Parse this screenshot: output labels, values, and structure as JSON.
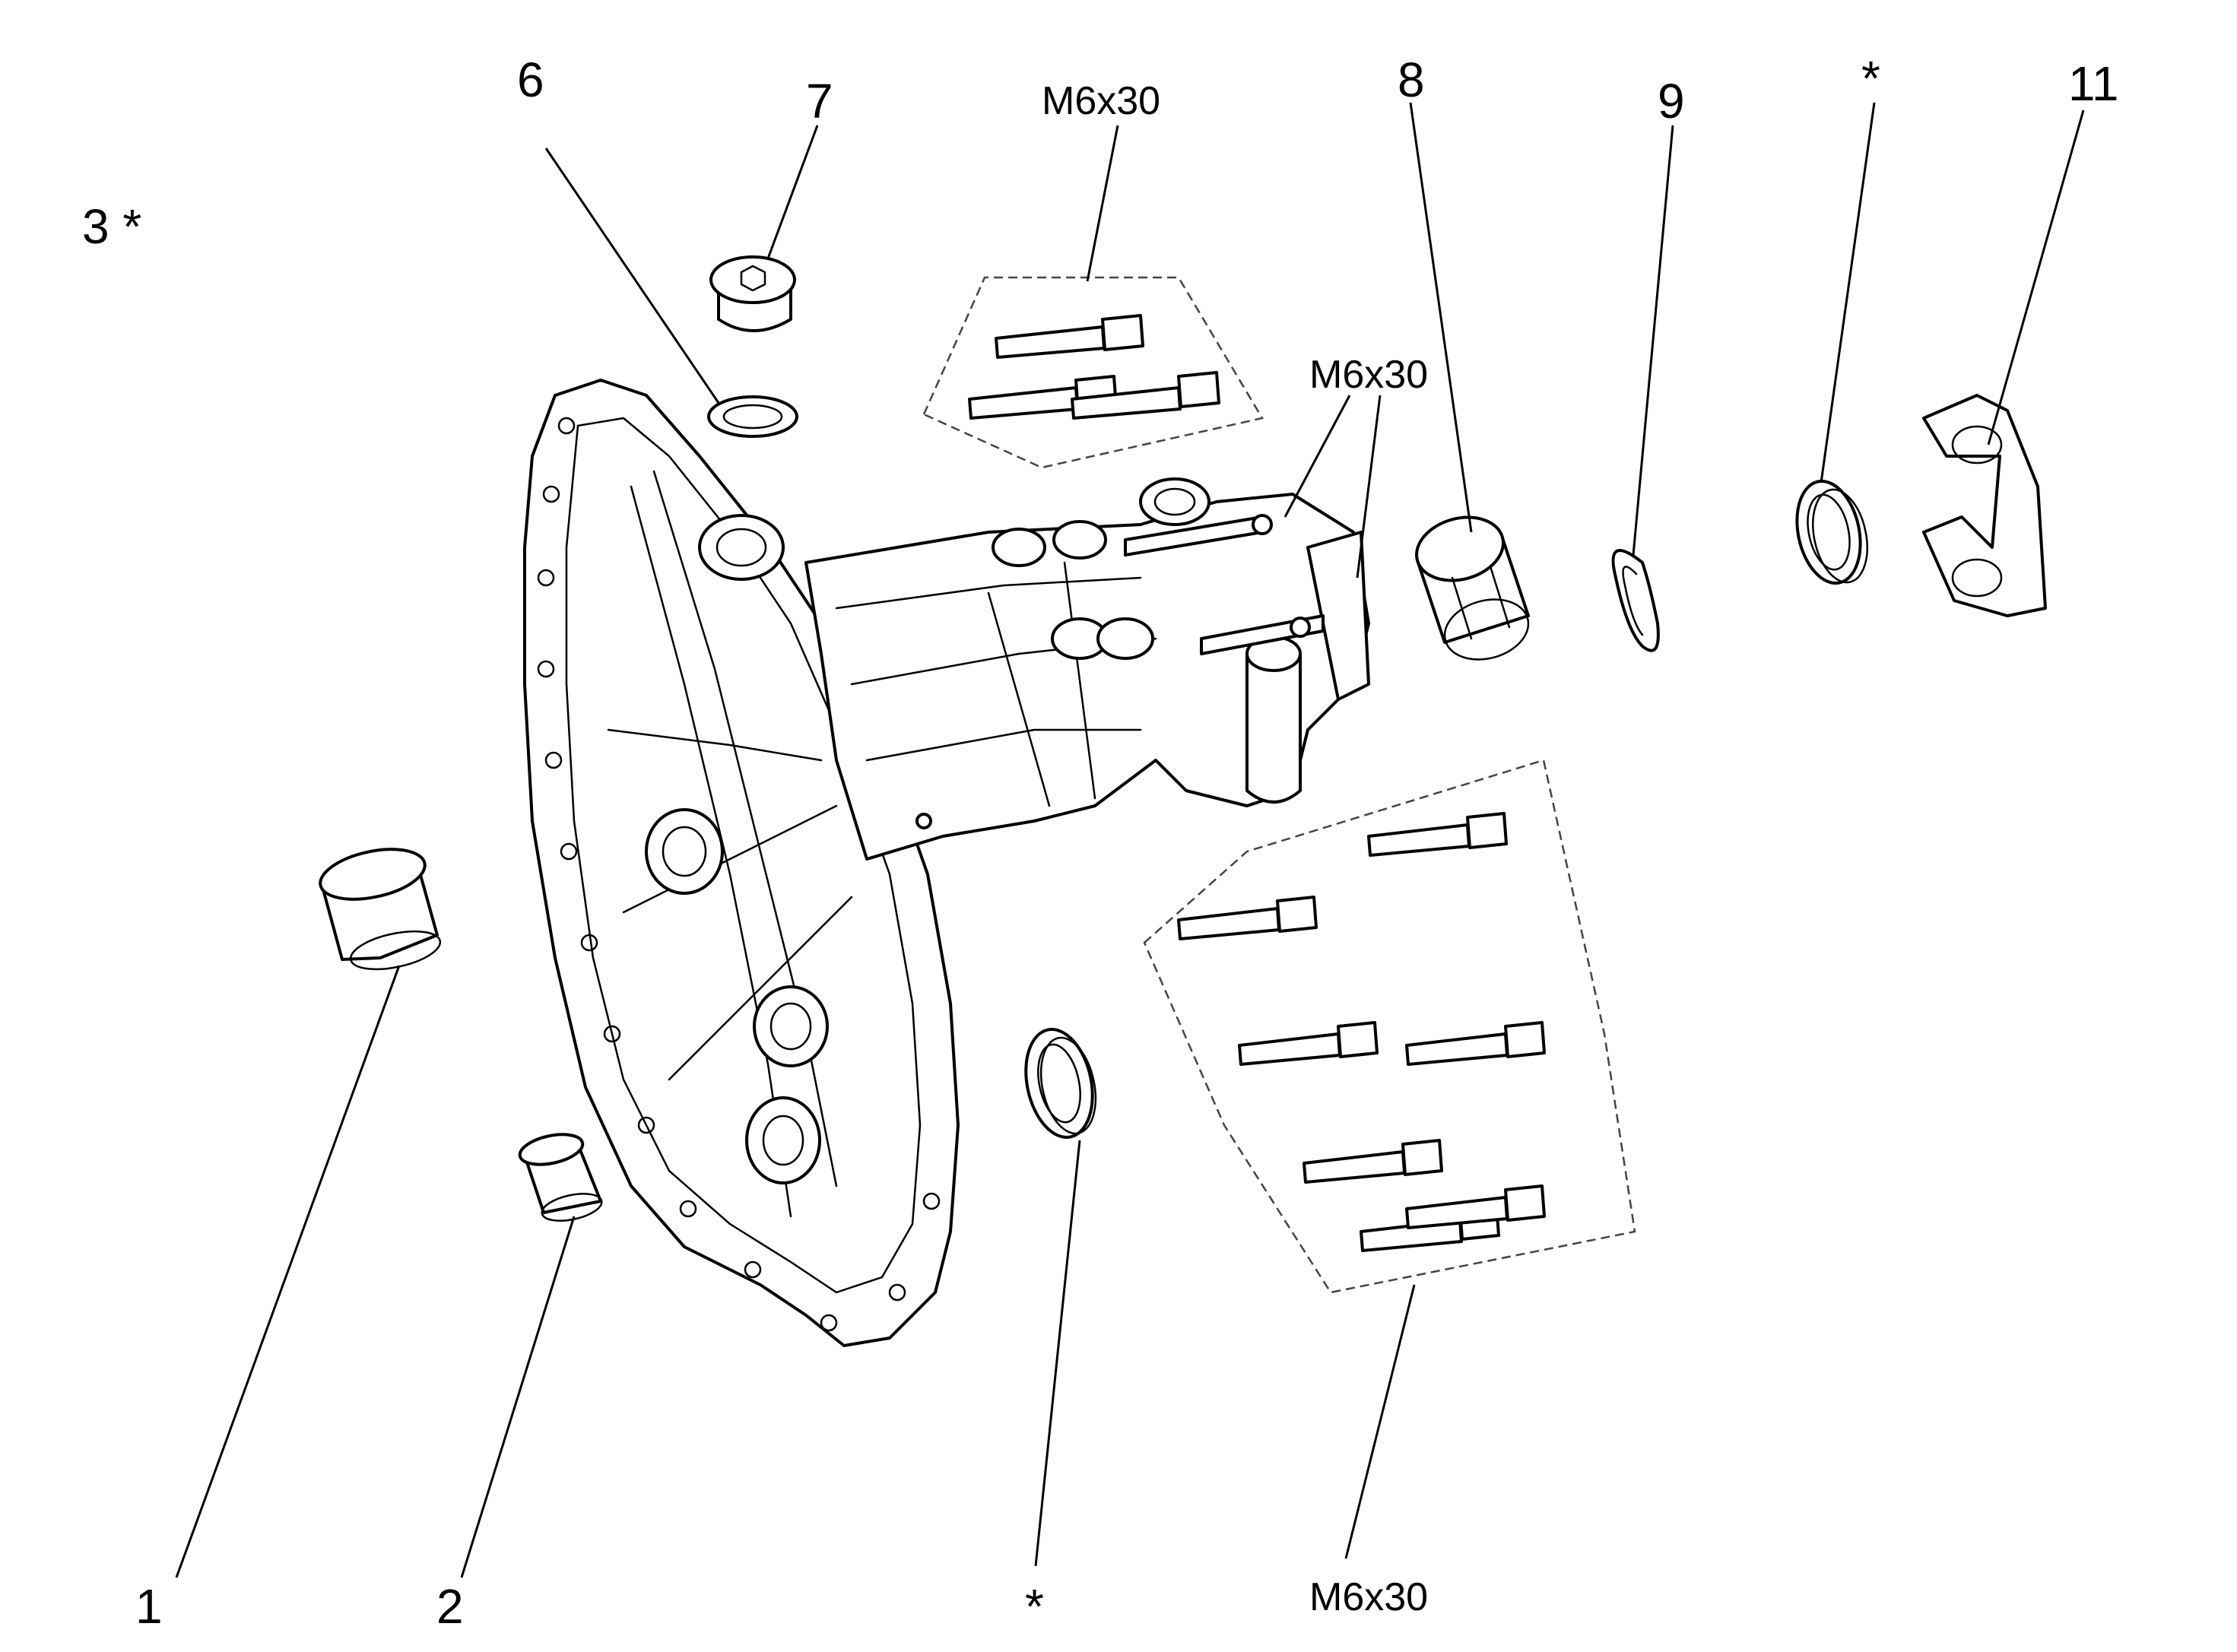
{
  "callouts": {
    "item_1": "1",
    "item_2": "2",
    "item_3": "3 *",
    "item_6": "6",
    "item_7": "7",
    "item_8": "8",
    "item_9": "9",
    "item_11": "11",
    "star_top": "*",
    "star_bottom": "*"
  },
  "bolt_labels": {
    "top_group": "M6x30",
    "side_pair": "M6x30",
    "bottom_group": "M6x30"
  }
}
